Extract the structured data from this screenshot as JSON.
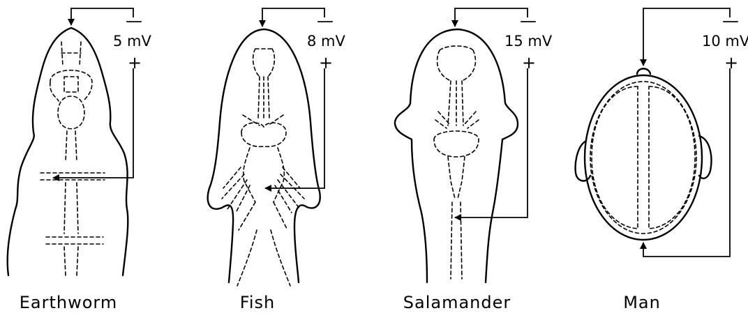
{
  "panels": [
    {
      "name": "Earthworm",
      "voltage": "5 mV",
      "negative_sign": "—",
      "positive_sign": "+"
    },
    {
      "name": "Fish",
      "voltage": "8 mV",
      "negative_sign": "—",
      "positive_sign": "+"
    },
    {
      "name": "Salamander",
      "voltage": "15 mV",
      "negative_sign": "—",
      "positive_sign": "+"
    },
    {
      "name": "Man",
      "voltage": "10 mV",
      "negative_sign": "—",
      "positive_sign": "+"
    }
  ]
}
